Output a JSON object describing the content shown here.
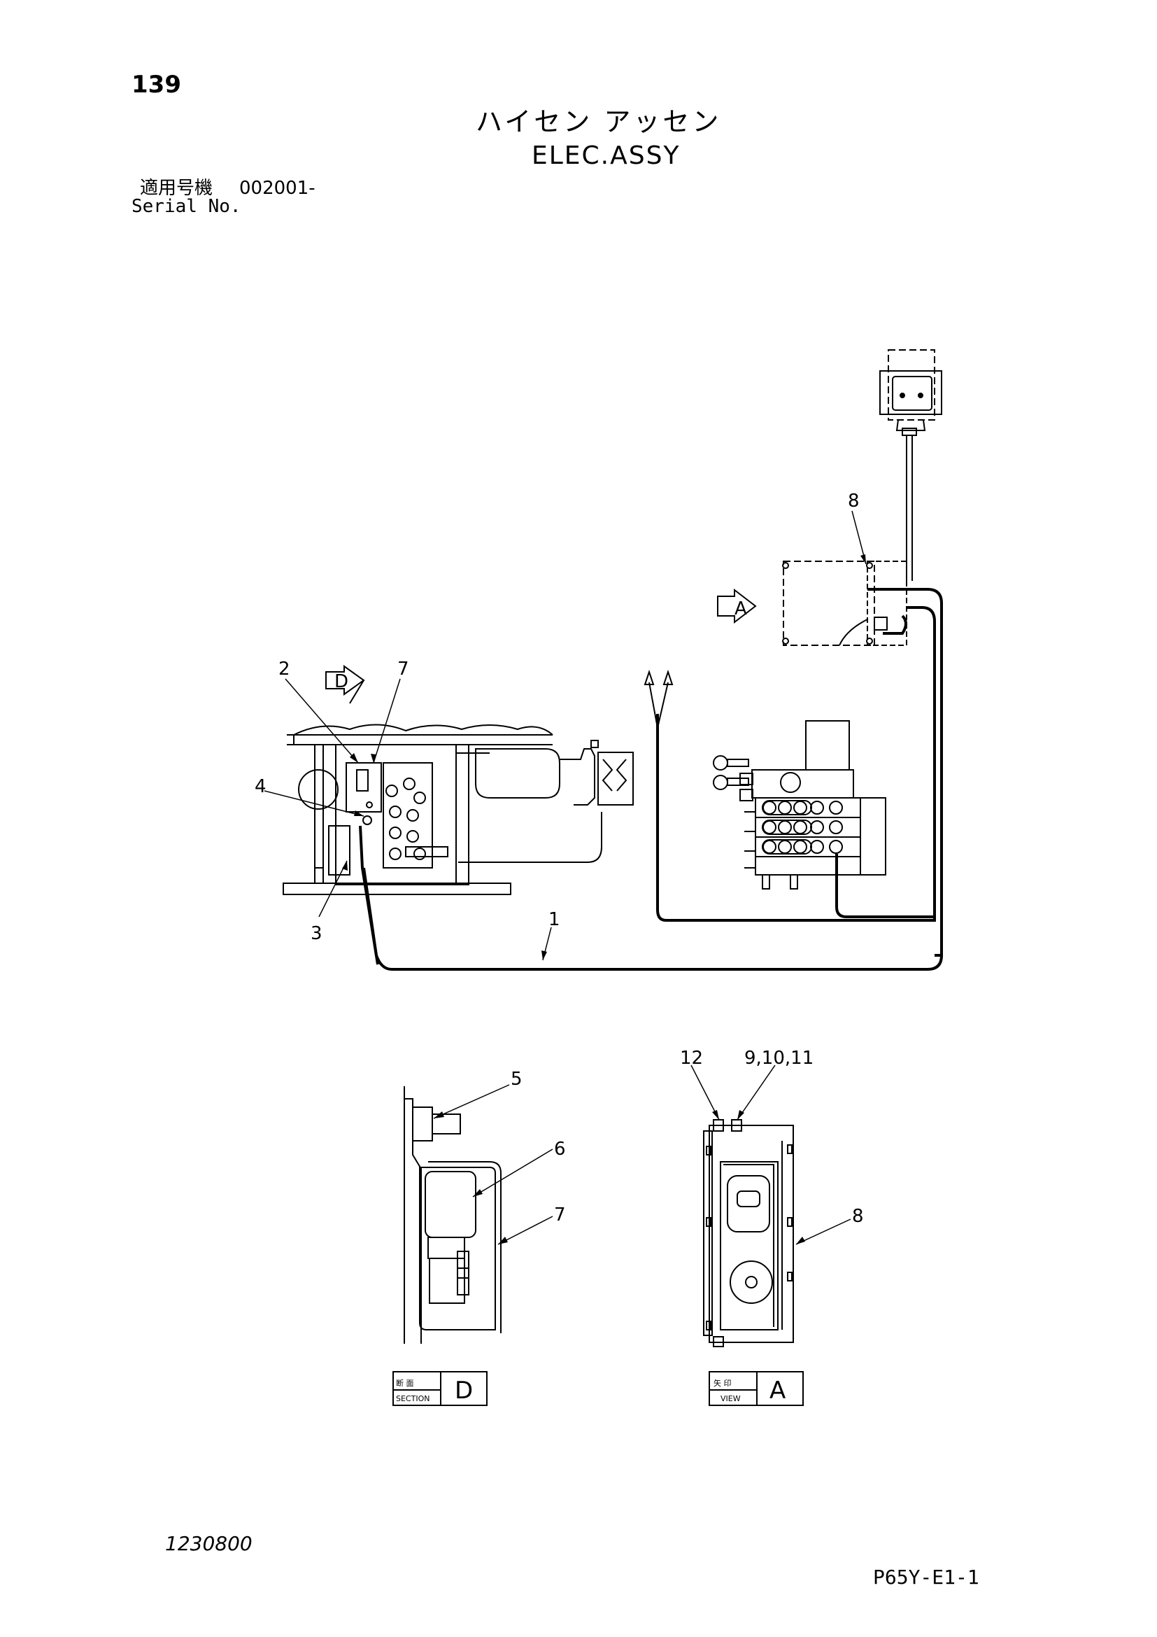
{
  "header": {
    "page_number": "139",
    "title_jp": "ハイセン アッセン",
    "title_en": "ELEC.ASSY",
    "serial_label_jp": "適用号機",
    "serial_label_en": "Serial No.",
    "serial_value": "002001-"
  },
  "callouts": {
    "c1": "1",
    "c2": "2",
    "c3": "3",
    "c4": "4",
    "c5": "5",
    "c6": "6",
    "c7_main": "7",
    "c7_section": "7",
    "c8_main": "8",
    "c8_view": "8",
    "c12": "12",
    "c9_10_11": "9,10,11"
  },
  "view_markers": {
    "view_a": "A",
    "section_d": "D"
  },
  "section_label": {
    "jp": "断 面",
    "en": "SECTION",
    "letter": "D"
  },
  "view_label": {
    "jp": "矢 印",
    "en": "VIEW",
    "letter": "A"
  },
  "footer": {
    "drawing_number": "1230800",
    "page_code": "P65Y-E1-1"
  }
}
